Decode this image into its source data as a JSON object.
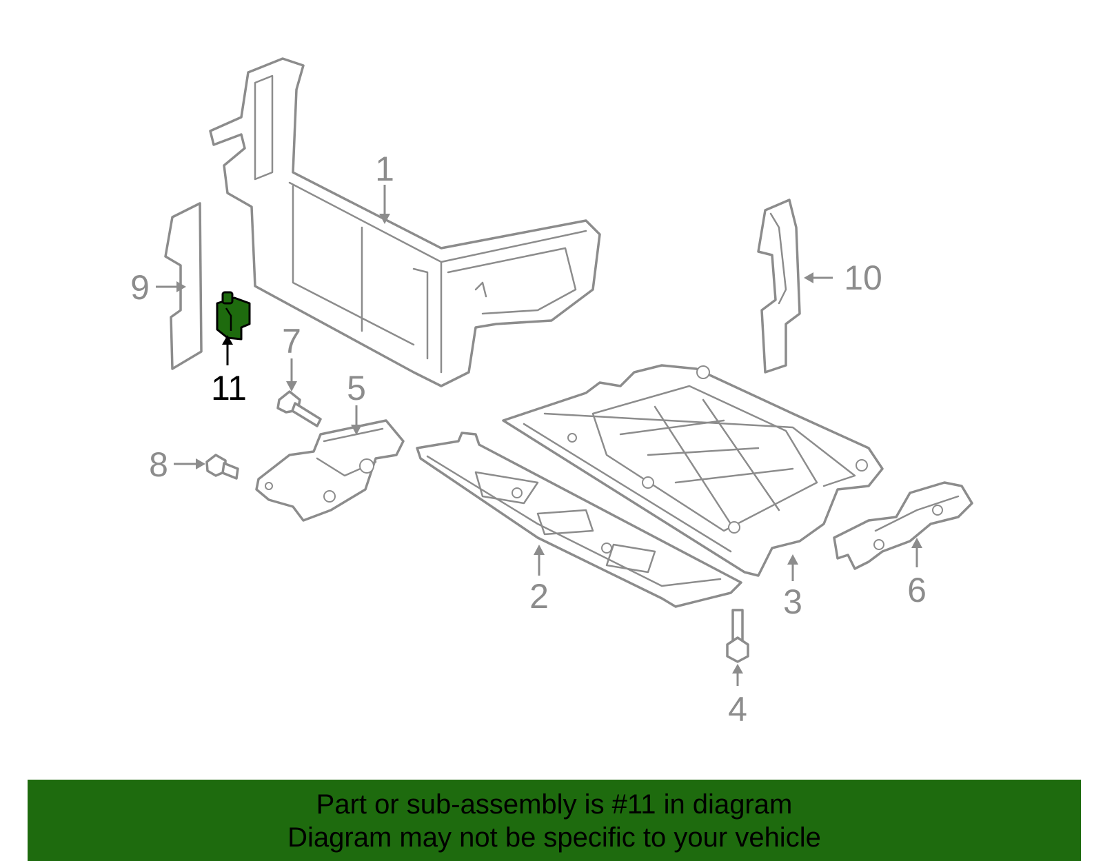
{
  "diagram": {
    "highlighted_part": "11",
    "highlight_color": "#1e6b0e",
    "callouts": [
      {
        "id": "1",
        "label": "1"
      },
      {
        "id": "2",
        "label": "2"
      },
      {
        "id": "3",
        "label": "3"
      },
      {
        "id": "4",
        "label": "4"
      },
      {
        "id": "5",
        "label": "5"
      },
      {
        "id": "6",
        "label": "6"
      },
      {
        "id": "7",
        "label": "7"
      },
      {
        "id": "8",
        "label": "8"
      },
      {
        "id": "9",
        "label": "9"
      },
      {
        "id": "10",
        "label": "10"
      },
      {
        "id": "11",
        "label": "11"
      }
    ]
  },
  "footer": {
    "line1": "Part or sub-assembly is #11 in diagram",
    "line2": "Diagram may not be specific to your vehicle",
    "background_color": "#1e6b0e"
  }
}
